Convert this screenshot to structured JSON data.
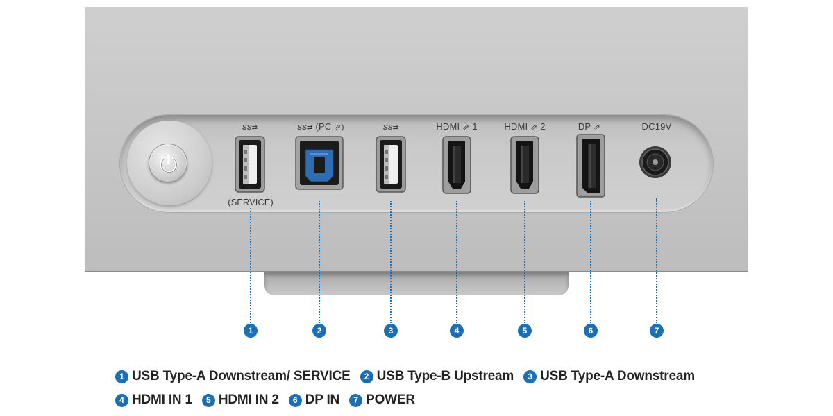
{
  "ports": [
    {
      "id": 1,
      "top_label": "",
      "usb_mark": "SS",
      "sub_label": "(SERVICE)",
      "kind": "usb-a"
    },
    {
      "id": 2,
      "top_label": "(PC",
      "usb_mark": "SS",
      "sub_label": "",
      "kind": "usb-b"
    },
    {
      "id": 3,
      "top_label": "",
      "usb_mark": "SS",
      "sub_label": "",
      "kind": "usb-a"
    },
    {
      "id": 4,
      "top_label": "HDMI",
      "suffix": "1",
      "kind": "hdmi"
    },
    {
      "id": 5,
      "top_label": "HDMI",
      "suffix": "2",
      "kind": "hdmi"
    },
    {
      "id": 6,
      "top_label": "DP",
      "suffix": "",
      "kind": "dp"
    },
    {
      "id": 7,
      "top_label": "DC19V",
      "kind": "dc"
    }
  ],
  "badges": [
    "1",
    "2",
    "3",
    "4",
    "5",
    "6",
    "7"
  ],
  "legend": [
    {
      "num": "1",
      "text": "USB Type-A Downstream/ SERVICE"
    },
    {
      "num": "2",
      "text": "USB Type-B Upstream"
    },
    {
      "num": "3",
      "text": "USB Type-A Downstream"
    },
    {
      "num": "4",
      "text": "HDMI IN 1"
    },
    {
      "num": "5",
      "text": "HDMI IN 2"
    },
    {
      "num": "6",
      "text": "DP IN"
    },
    {
      "num": "7",
      "text": "POWER"
    }
  ],
  "colors": {
    "accent": "#1a6fb7",
    "usb_b_blue": "#2f6db3",
    "panel": "#c9c9c9"
  },
  "icons": {
    "power": "power-icon",
    "usb": "usb-superspeed-icon",
    "input": "input-arrow-icon"
  }
}
